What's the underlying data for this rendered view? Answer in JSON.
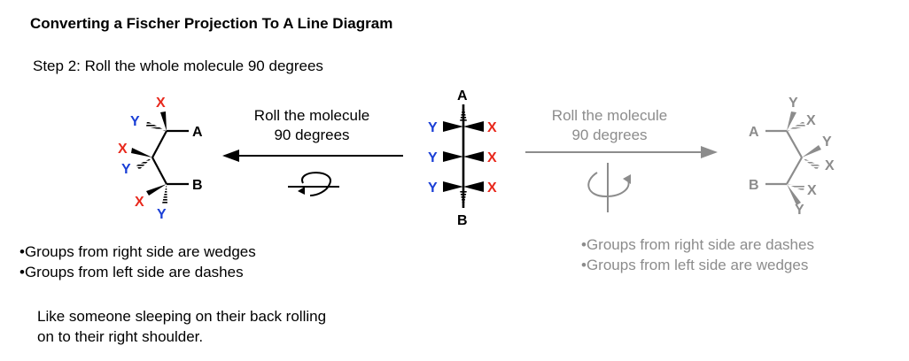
{
  "title": "Converting a Fischer Projection To A Line Diagram",
  "step": "Step 2: Roll the whole molecule 90 degrees",
  "left_arrow": {
    "line1": "Roll the molecule",
    "line2": "90 degrees"
  },
  "right_arrow": {
    "line1": "Roll the molecule",
    "line2": "90 degrees"
  },
  "left_bullets": [
    "•Groups from right side are wedges",
    "•Groups from left side are dashes"
  ],
  "right_bullets": [
    "•Groups from right side are dashes",
    "•Groups from left side are wedges"
  ],
  "note": {
    "line1": "Like someone sleeping on their back rolling",
    "line2": "on to their right shoulder."
  },
  "atoms": {
    "A": "A",
    "B": "B",
    "X": "X",
    "Y": "Y"
  },
  "colors": {
    "x": "#e8291d",
    "y": "#1a3fd6",
    "gray": "#8c8c8c",
    "black": "#000000"
  }
}
